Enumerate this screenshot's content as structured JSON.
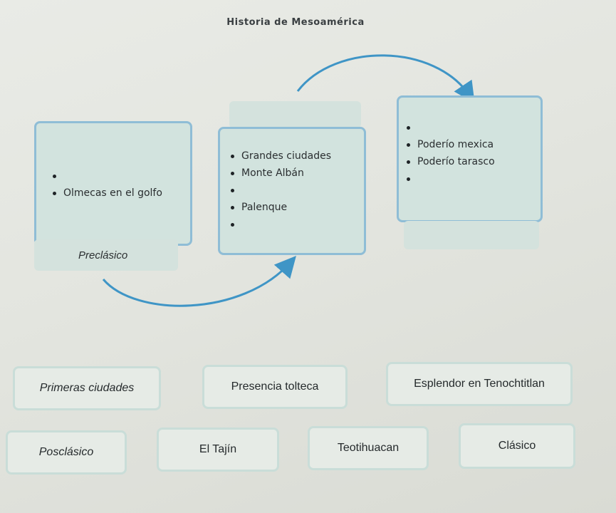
{
  "title": "Historia de Mesoamérica",
  "columns": [
    {
      "items": [
        "",
        "Olmecas en el golfo"
      ],
      "era": "Preclásico"
    },
    {
      "items": [
        "Grandes ciudades",
        "Monte Albán",
        "",
        "Palenque",
        ""
      ],
      "era": ""
    },
    {
      "items": [
        "",
        "Poderío mexica",
        "Poderío tarasco",
        ""
      ],
      "era": ""
    }
  ],
  "options": [
    "Primeras ciudades",
    "Presencia tolteca",
    "Esplendor en Tenochtitlan",
    "Posclásico",
    "El Tajín",
    "Teotihuacan",
    "Clásico"
  ],
  "colors": {
    "arrow": "#3f95c6",
    "card_border": "#8fbdd6",
    "card_fill": "#d2e3de"
  }
}
